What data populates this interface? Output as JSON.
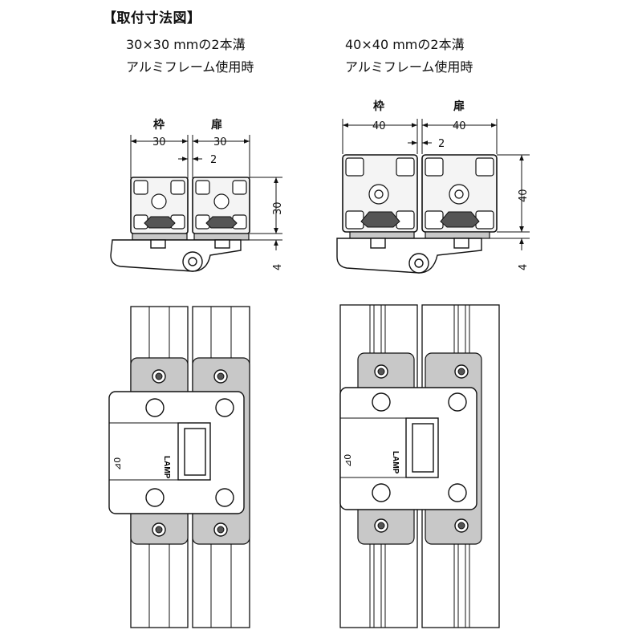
{
  "title": "【取付寸法図】",
  "left": {
    "caption_line1": "30×30 mmの2本溝",
    "caption_line2": "アルミフレーム使用時",
    "frame_label": "枠",
    "door_label": "扉",
    "dim_frame_width": "30",
    "dim_door_width": "30",
    "dim_gap": "2",
    "dim_height": "30",
    "dim_plate": "4",
    "logo_text": "LAMP",
    "mark_text": "⊿0"
  },
  "right": {
    "caption_line1": "40×40 mmの2本溝",
    "caption_line2": "アルミフレーム使用時",
    "frame_label": "枠",
    "door_label": "扉",
    "dim_frame_width": "40",
    "dim_door_width": "40",
    "dim_gap": "2",
    "dim_height": "40",
    "dim_plate": "4",
    "logo_text": "LAMP",
    "mark_text": "⊿0"
  }
}
